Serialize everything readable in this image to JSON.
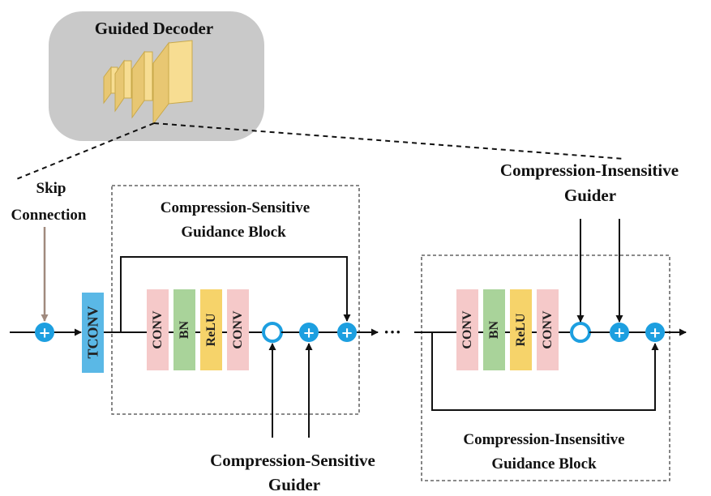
{
  "title": "Guided Decoder",
  "skip_connection": [
    "Skip",
    "Connection"
  ],
  "tconv_label": "TCONV",
  "sensitive_block": {
    "title": [
      "Compression-Sensitive",
      "Guidance Block"
    ],
    "layers": [
      "CONV",
      "BN",
      "ReLU",
      "CONV"
    ],
    "guider": [
      "Compression-Sensitive",
      "Guider"
    ]
  },
  "insensitive_block": {
    "title": [
      "Compression-Insensitive",
      "Guidance Block"
    ],
    "layers": [
      "CONV",
      "BN",
      "ReLU",
      "CONV"
    ],
    "guider": [
      "Compression-Insensitive",
      "Guider"
    ]
  },
  "ellipsis": "···",
  "plus_symbol": "+",
  "colors": {
    "decoder_bg": "#c9c9c9",
    "feature_map": "#f7dd92",
    "tconv": "#5ab8e6",
    "conv": "#f5c9c9",
    "bn": "#a9d39a",
    "relu": "#f6d36a",
    "node": "#1d9fe0",
    "skip_arrow": "#a08a7e"
  }
}
